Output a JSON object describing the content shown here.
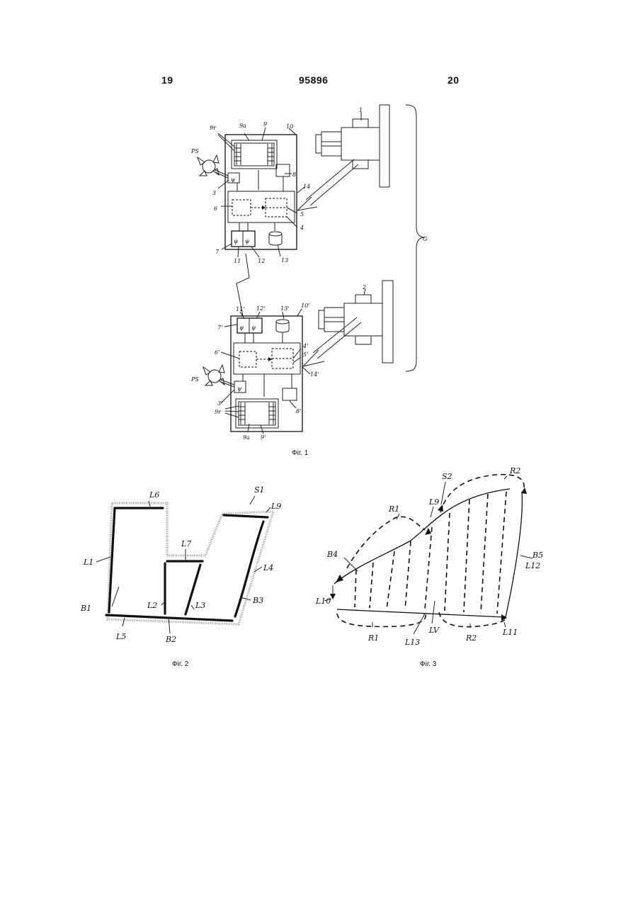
{
  "header": {
    "left_page": "19",
    "patent_number": "95896",
    "right_page": "20"
  },
  "fig1": {
    "caption": "Фіг. 1",
    "labels": {
      "l9r_top": "9r",
      "l9a_top": "9a",
      "l9_top": "9",
      "l10": "10",
      "l1": "1",
      "lPS_top": "PS",
      "l3": "3",
      "l8": "8",
      "l14": "14",
      "l6": "6",
      "l5": "5",
      "l4": "4",
      "l7": "7",
      "l11": "11",
      "l12": "12",
      "l13": "13",
      "l2": "2",
      "lG": "G",
      "l11p": "11'",
      "l12p": "12'",
      "l13p": "13'",
      "l10p": "10'",
      "l7p": "7'",
      "l4p": "4'",
      "l5p": "5'",
      "l6p": "6'",
      "l14p": "14'",
      "lPS_bottom": "PS",
      "l3p": "3'",
      "l8p": "8'",
      "l9r_bottom": "9r",
      "l9a_bottom": "9a",
      "l9p": "9'"
    }
  },
  "fig2": {
    "caption": "Фіг. 2",
    "labels": {
      "L6": "L6",
      "S1": "S1",
      "L9": "L9",
      "L7": "L7",
      "L4": "L4",
      "L1": "L1",
      "B1": "B1",
      "L2": "L2",
      "L3": "L3",
      "B3": "B3",
      "L5": "L5",
      "B2": "B2"
    }
  },
  "fig3": {
    "caption": "Фіг. 3",
    "labels": {
      "S2": "S2",
      "R2_top": "R2",
      "R1_top": "R1",
      "L9": "L9",
      "B4": "B4",
      "B5": "B5",
      "L12": "L12",
      "L10": "L10",
      "R1_bottom": "R1",
      "L13": "L13",
      "LV": "LV",
      "R2_bottom": "R2",
      "L11": "L11"
    }
  }
}
